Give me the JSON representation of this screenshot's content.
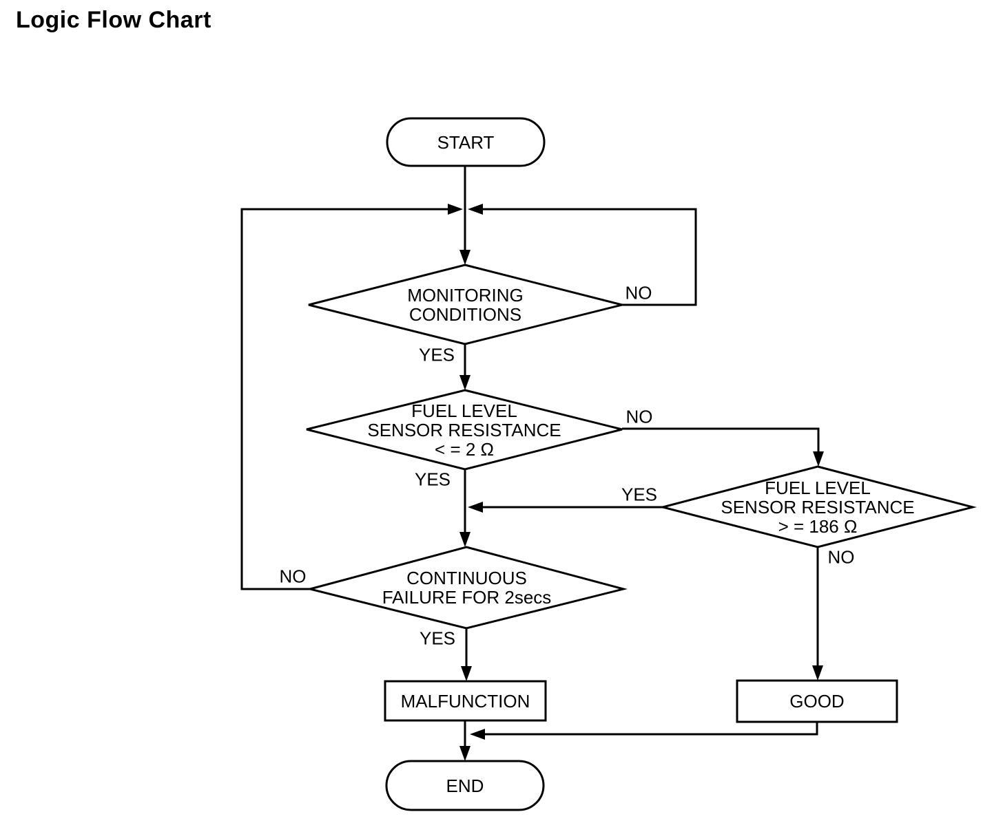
{
  "title": "Logic Flow Chart",
  "flowchart": {
    "nodes": {
      "start": {
        "type": "terminator",
        "label": "START"
      },
      "monitoring_conditions": {
        "type": "decision",
        "lines": [
          "MONITORING",
          "CONDITIONS"
        ]
      },
      "fuel_level_low": {
        "type": "decision",
        "lines": [
          "FUEL LEVEL",
          "SENSOR RESISTANCE",
          "< = 2 Ω"
        ]
      },
      "fuel_level_high": {
        "type": "decision",
        "lines": [
          "FUEL LEVEL",
          "SENSOR RESISTANCE",
          "> = 186 Ω"
        ]
      },
      "continuous_failure": {
        "type": "decision",
        "lines": [
          "CONTINUOUS",
          "FAILURE FOR 2secs"
        ]
      },
      "malfunction": {
        "type": "process",
        "label": "MALFUNCTION"
      },
      "good": {
        "type": "process",
        "label": "GOOD"
      },
      "end": {
        "type": "terminator",
        "label": "END"
      }
    },
    "edge_labels": {
      "monitoring_no": "NO",
      "monitoring_yes": "YES",
      "fuel_low_no": "NO",
      "fuel_low_yes": "YES",
      "fuel_high_yes": "YES",
      "fuel_high_no": "NO",
      "continuous_no": "NO",
      "continuous_yes": "YES"
    },
    "colors": {
      "line": "#000000",
      "text": "#000000",
      "background": "#ffffff"
    }
  }
}
